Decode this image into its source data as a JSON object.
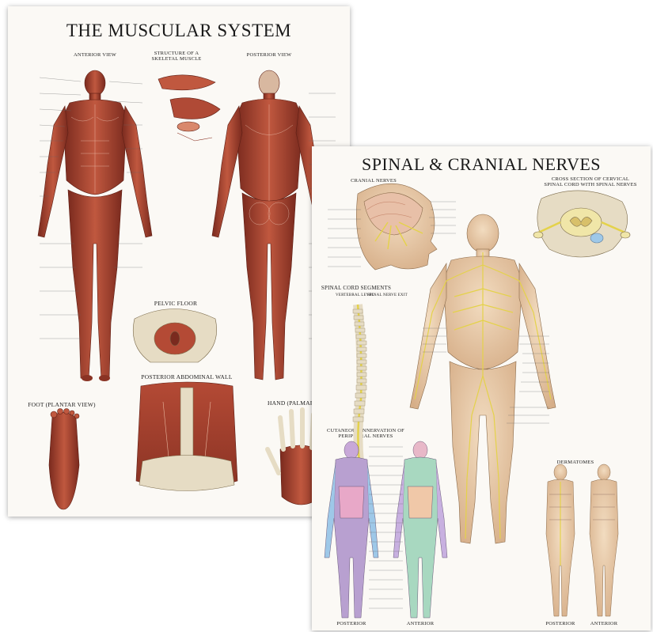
{
  "muscular": {
    "title": "THE MUSCULAR SYSTEM",
    "labels": {
      "anterior": "ANTERIOR VIEW",
      "structure": "STRUCTURE OF A SKELETAL MUSCLE",
      "posterior": "POSTERIOR VIEW",
      "pelvic": "PELVIC FLOOR",
      "abdominal": "POSTERIOR ABDOMINAL WALL",
      "foot": "FOOT (PLANTAR VIEW)",
      "hand": "HAND (PALMAR VIEW)"
    }
  },
  "spinal": {
    "title": "SPINAL & CRANIAL NERVES",
    "labels": {
      "cranial": "CRANIAL NERVES",
      "cross_section": "CROSS SECTION OF CERVICAL SPINAL CORD WITH SPINAL NERVES",
      "segments": "SPINAL CORD SEGMENTS",
      "vertebral_level": "VERTEBRAL LEVEL",
      "spinal_nerve_exit": "SPINAL NERVE EXIT",
      "cutaneous": "CUTANEOUS INNERVATION OF PERIPHERAL NERVES",
      "dermatomes": "DERMATOMES",
      "posterior_left": "POSTERIOR",
      "anterior_left": "ANTERIOR",
      "posterior_right": "POSTERIOR",
      "anterior_right": "ANTERIOR"
    }
  },
  "colors": {
    "muscle": "#a4402f",
    "muscle_light": "#cf7a5e",
    "skin": "#e8c9a6",
    "nerve": "#e4d24a",
    "bone": "#e6dcc4"
  }
}
